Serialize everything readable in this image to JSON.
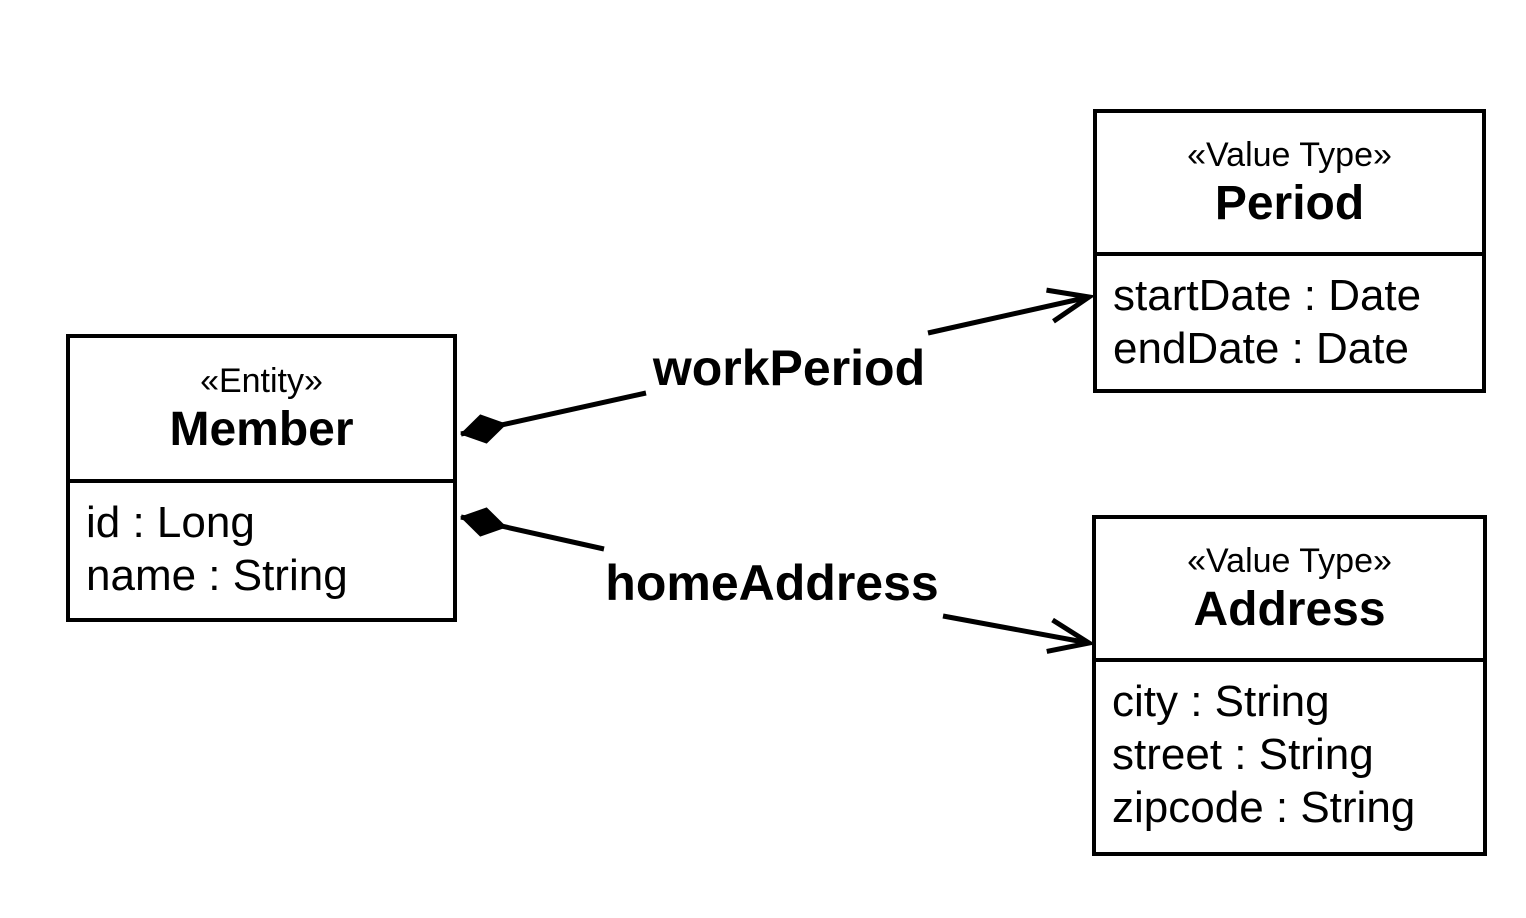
{
  "diagram": {
    "type": "uml-class-diagram",
    "colors": {
      "line": "#000000",
      "background": "#ffffff"
    },
    "classes": [
      {
        "stereotype": "«Entity»",
        "name": "Member",
        "attributes": [
          "id : Long",
          "name : String"
        ]
      },
      {
        "stereotype": "«Value Type»",
        "name": "Period",
        "attributes": [
          "startDate : Date",
          "endDate : Date"
        ]
      },
      {
        "stereotype": "«Value Type»",
        "name": "Address",
        "attributes": [
          "city : String",
          "street : String",
          "zipcode : String"
        ]
      }
    ],
    "relations": [
      {
        "label": "workPeriod",
        "from": "Member",
        "to": "Period",
        "type": "composition",
        "source_marker": "filled-diamond",
        "target_marker": "open-arrow"
      },
      {
        "label": "homeAddress",
        "from": "Member",
        "to": "Address",
        "type": "composition",
        "source_marker": "filled-diamond",
        "target_marker": "open-arrow"
      }
    ]
  }
}
